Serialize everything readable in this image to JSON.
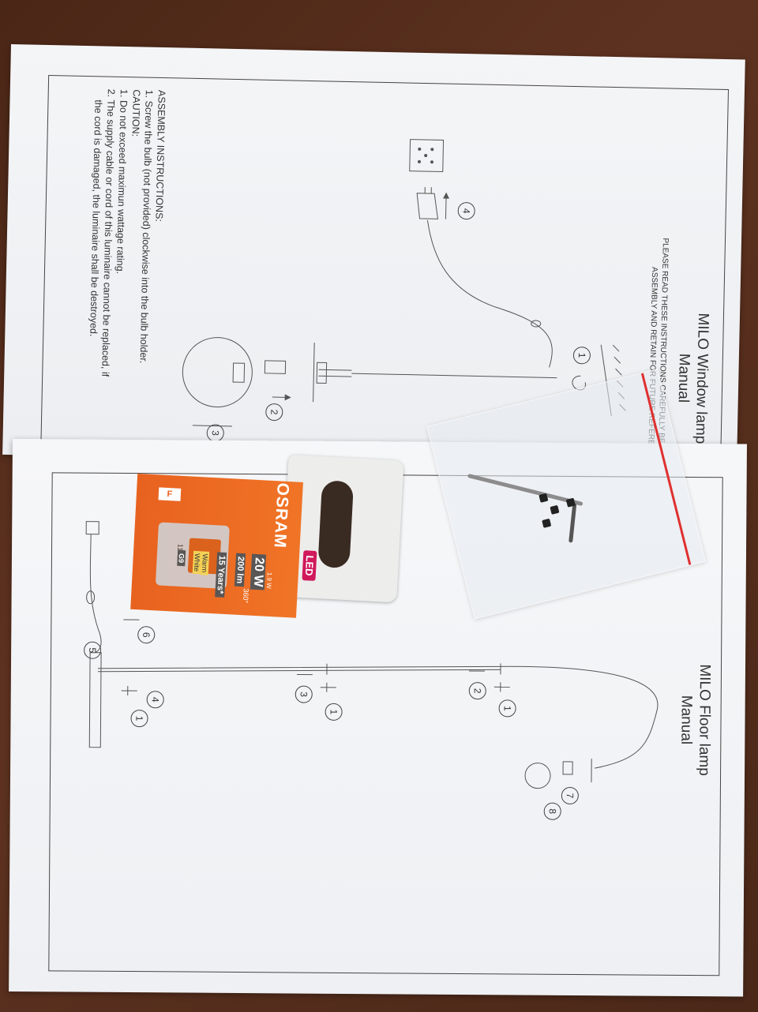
{
  "window_manual": {
    "title_line1": "MILO Window lamp",
    "title_line2": "Manual",
    "notice_line1": "PLEASE READ THESE INSTRUCTIONS CAREFULLY BEFORE COM",
    "notice_line2": "ASSEMBLY AND RETAIN FOR FUTURE REFERENC",
    "assembly_heading": "ASSEMBLY INSTRUCTIONS:",
    "assembly_step1": "1. Screw the bulb (not provided) clockwise into the bulb holder.",
    "caution_heading": "CAUTION:",
    "caution_1": "1. Do not exceed maximun wattage rating.",
    "caution_2a": "2. The supply cable or cord of this luminaire cannot be replaced, if",
    "caution_2b": "the cord is damaged, the luminaire shall be destroyed.",
    "step_numbers": [
      "1",
      "2",
      "3",
      "4"
    ]
  },
  "floor_manual": {
    "title_line1": "MILO Floor lamp",
    "title_line2": "Manual",
    "step_numbers": [
      "1",
      "2",
      "3",
      "1",
      "4",
      "1",
      "5",
      "6",
      "7",
      "8"
    ]
  },
  "bulb_box": {
    "brand": "OSRAM",
    "badge": "LED",
    "power_small": "1.9 W",
    "power_equiv": "20 W",
    "angle": "360°",
    "lumen": "200 lm",
    "lifetime": "15 Years*",
    "color_temp_1": "Warm",
    "color_temp_2": "White",
    "base": "G9",
    "energy_class": "F",
    "bulb_print": "1100"
  },
  "colors": {
    "background": "#4f2a19",
    "paper": "#f3f4f6",
    "osram_orange": "#ec6b22",
    "led_magenta": "#d0185a",
    "zip_red": "#e03030"
  }
}
